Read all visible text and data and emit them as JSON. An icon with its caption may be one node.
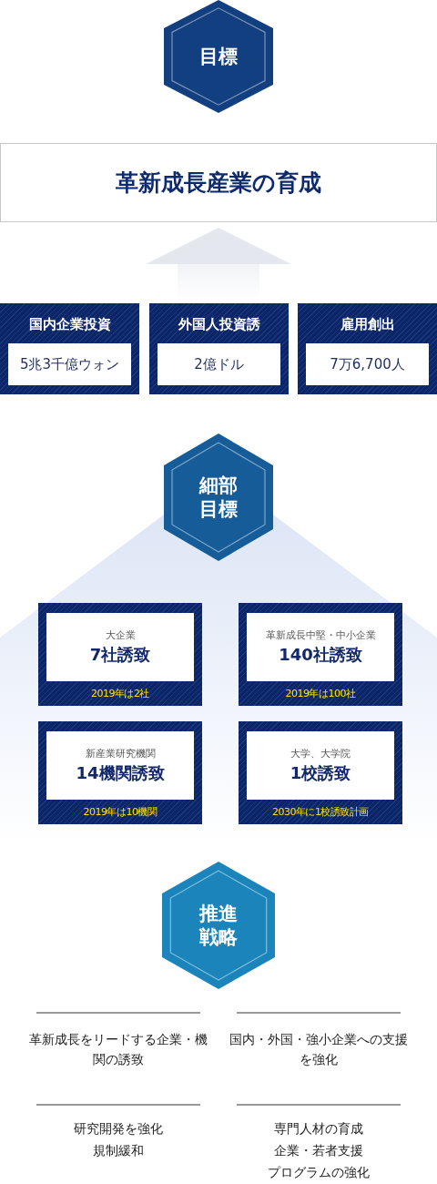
{
  "diagram": {
    "nodes": [
      {
        "text": [
          "目標"
        ]
      },
      {
        "text": [
          "革新成長産業の育成"
        ]
      },
      {
        "text": [
          "国内企業投資"
        ]
      },
      {
        "text": [
          "5兆3千億ウォン"
        ],
        "in": 2
      },
      {
        "text": [
          "外国人投資誘"
        ]
      },
      {
        "text": [
          "2億ドル"
        ],
        "in": 4
      },
      {
        "text": [
          "雇用創出"
        ]
      },
      {
        "text": [
          "7万6,700人"
        ],
        "in": 6
      },
      {
        "text": [
          "細部目標"
        ]
      },
      {
        "text": [
          "2019年は2社"
        ]
      },
      {
        "text": [
          "大企業",
          "7社誘致"
        ],
        "in": 9
      },
      {
        "text": [
          "2019年は100社"
        ]
      },
      {
        "text": [
          "革新成長中堅・中小企業",
          "140社誘致"
        ],
        "in": 11
      },
      {
        "text": [
          "2019年は10機関"
        ]
      },
      {
        "text": [
          "新産業研究機関",
          "14機関誘致"
        ],
        "in": 13
      },
      {
        "text": [
          "2030年に1校誘致計画"
        ]
      },
      {
        "text": [
          "大学、大学院",
          "1校誘致"
        ],
        "in": 15
      },
      {
        "text": [
          "推進戦略"
        ]
      }
    ],
    "edges": [
      {
        "from": 4,
        "to": 1,
        "arrow": "to",
        "style": "thick",
        "color": "#e4e7ed"
      }
    ],
    "labels": [
      "革新成長をリードする企業・機関の誘致",
      "国内・外国・強小企業への支援を強化",
      "研究開発を強化",
      "規制緩和",
      "専門人材の育成",
      "企業・若者支援",
      "プログラムの強化"
    ]
  }
}
